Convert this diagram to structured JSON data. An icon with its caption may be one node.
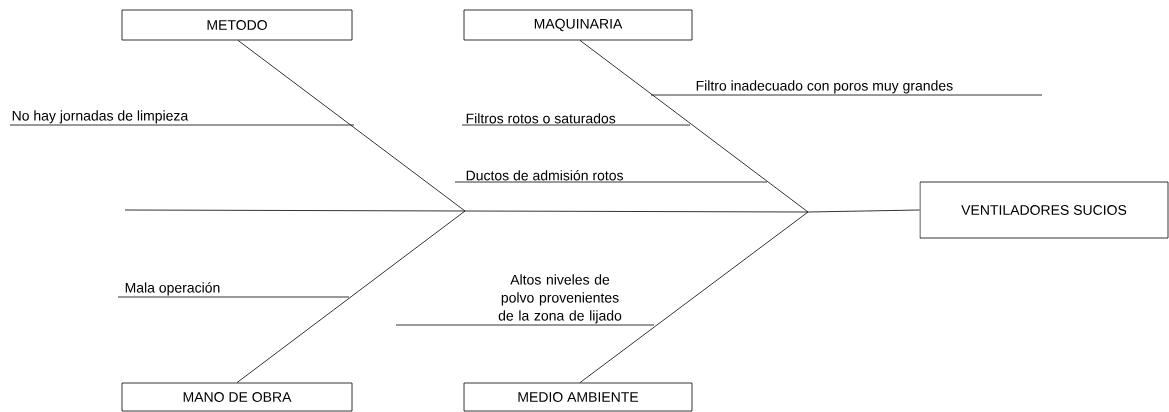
{
  "diagram": {
    "nodes": [
      {
        "text": [
          "METODO"
        ]
      },
      {
        "text": [
          "MAQUINARIA"
        ]
      },
      {
        "text": [
          "VENTILADORES SUCIOS"
        ]
      },
      {
        "text": [
          "MANO DE OBRA"
        ]
      },
      {
        "text": [
          "MEDIO AMBIENTE"
        ]
      },
      {
        "text": [
          "No hay jornadas de limpieza"
        ]
      },
      {
        "text": [
          "Filtro inadecuado con poros muy grandes"
        ]
      },
      {
        "text": [
          "Filtros rotos o saturados"
        ]
      },
      {
        "text": [
          "Ductos de admisión rotos"
        ]
      },
      {
        "text": [
          "Mala operación"
        ]
      },
      {
        "text": [
          "Altos niveles de polvo provenientes de la zona de lijado"
        ]
      }
    ],
    "edges": [
      {
        "from": null,
        "to": 2,
        "arrow": "none"
      },
      {
        "from": 0,
        "to": null,
        "arrow": "none"
      },
      {
        "from": 1,
        "to": null,
        "arrow": "none"
      },
      {
        "from": 3,
        "to": null,
        "arrow": "none"
      },
      {
        "from": 4,
        "to": null,
        "arrow": "none"
      },
      {
        "from": 5,
        "to": null,
        "arrow": "none"
      },
      {
        "from": 6,
        "to": null,
        "arrow": "none"
      },
      {
        "from": 7,
        "to": null,
        "arrow": "none"
      },
      {
        "from": 8,
        "to": null,
        "arrow": "none"
      },
      {
        "from": 9,
        "to": null,
        "arrow": "none"
      },
      {
        "from": 10,
        "to": null,
        "arrow": "none"
      }
    ]
  }
}
